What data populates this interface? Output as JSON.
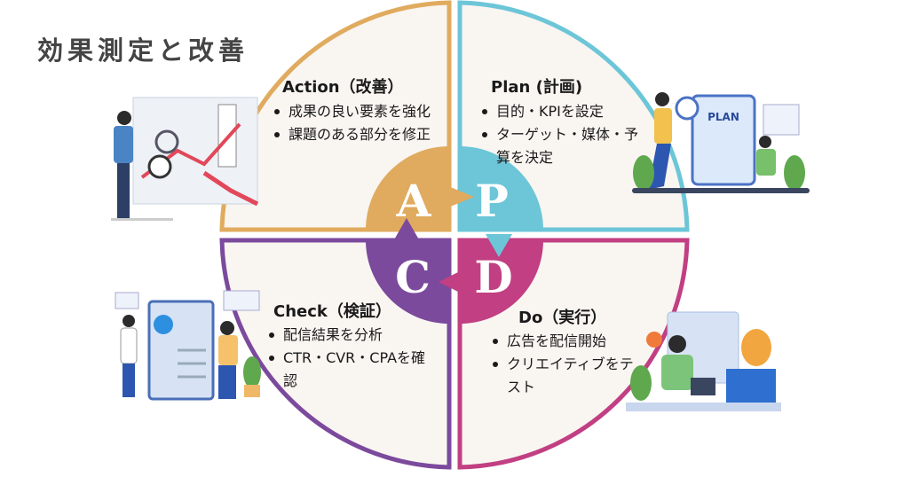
{
  "title": "効果測定と改善",
  "colors": {
    "action": "#e0ab5e",
    "plan": "#6cc6d8",
    "do": "#c13f82",
    "check": "#7b4a9c",
    "fill": "#f9f5f1"
  },
  "letters": {
    "action": "A",
    "plan": "P",
    "do": "D",
    "check": "C"
  },
  "action": {
    "heading": "Action（改善）",
    "items": [
      "成果の良い要素を強化",
      "課題のある部分を修正"
    ]
  },
  "plan": {
    "heading": "Plan (計画)",
    "items": [
      "目的・KPIを設定",
      "ターゲット・媒体・予算を決定"
    ]
  },
  "check": {
    "heading": "Check（検証）",
    "items": [
      "配信結果を分析",
      "CTR・CVR・CPAを確認"
    ]
  },
  "do": {
    "heading": "Do（実行）",
    "items": [
      "広告を配信開始",
      "クリエイティブをテスト"
    ]
  },
  "illustrations": {
    "plan_board": "PLAN"
  }
}
